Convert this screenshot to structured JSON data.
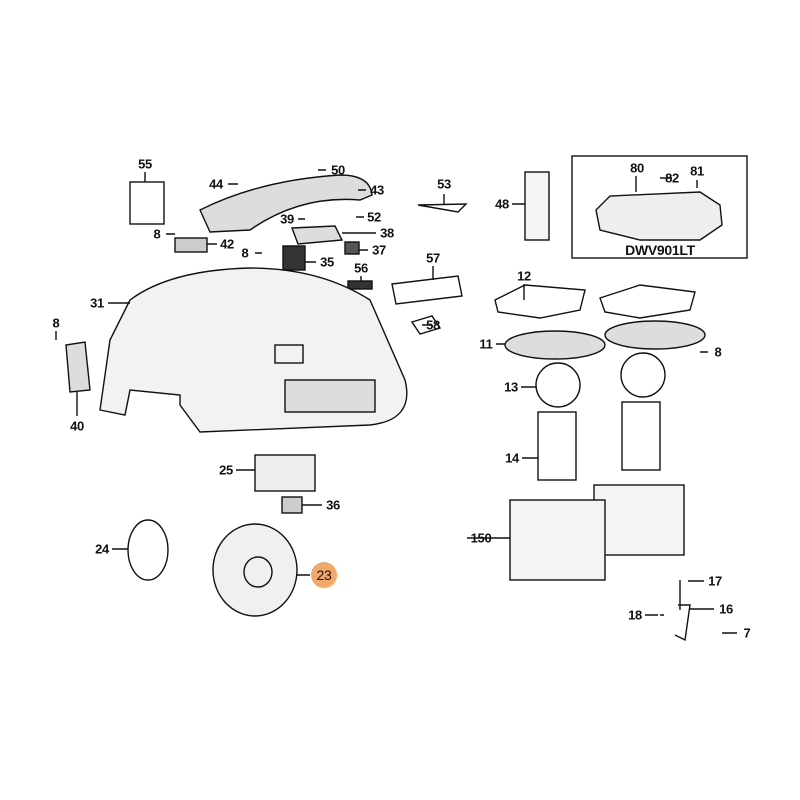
{
  "diagram": {
    "highlight_color": "#f4a868",
    "line_color": "#111111",
    "highlighted_part": "23",
    "model_box_label": "DWV901LT",
    "labels": [
      "55",
      "44",
      "50",
      "43",
      "53",
      "48",
      "80",
      "82",
      "81",
      "39",
      "52",
      "8",
      "42",
      "38",
      "8",
      "37",
      "35",
      "56",
      "57",
      "12",
      "31",
      "58",
      "8",
      "11",
      "8",
      "13",
      "40",
      "14",
      "25",
      "36",
      "150",
      "24",
      "23",
      "17",
      "18",
      "16",
      "7"
    ]
  }
}
